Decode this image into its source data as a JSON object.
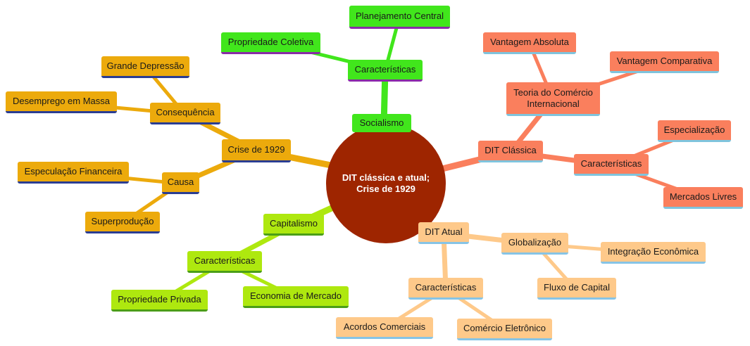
{
  "center": {
    "label": "DIT clássica e atual; Crise de 1929",
    "color": "#9e2500"
  },
  "branches": {
    "socialismo": {
      "label": "Socialismo",
      "color": "#41e61c",
      "caracteristicas": "Características",
      "items": [
        "Planejamento Central",
        "Propriedade Coletiva"
      ]
    },
    "capitalismo": {
      "label": "Capitalismo",
      "color": "#aee80f",
      "caracteristicas": "Características",
      "items": [
        "Propriedade Privada",
        "Economia de Mercado"
      ]
    },
    "crise": {
      "label": "Crise de 1929",
      "color": "#ecaa0c",
      "consequencia": "Consequência",
      "consequencia_items": [
        "Grande Depressão",
        "Desemprego em Massa"
      ],
      "causa": "Causa",
      "causa_items": [
        "Especulação Financeira",
        "Superprodução"
      ]
    },
    "dit_classica": {
      "label": "DIT Clássica",
      "color": "#fa7f5d",
      "teoria": "Teoria do Comércio Internacional",
      "teoria_items": [
        "Vantagem Absoluta",
        "Vantagem Comparativa"
      ],
      "caracteristicas": "Características",
      "caracteristicas_items": [
        "Especialização",
        "Mercados Livres"
      ]
    },
    "dit_atual": {
      "label": "DIT Atual",
      "color": "#fec98a",
      "globalizacao": "Globalização",
      "globalizacao_items": [
        "Integração Econômica",
        "Fluxo de Capital"
      ],
      "caracteristicas": "Características",
      "caracteristicas_items": [
        "Acordos Comerciais",
        "Comércio Eletrônico"
      ]
    }
  }
}
